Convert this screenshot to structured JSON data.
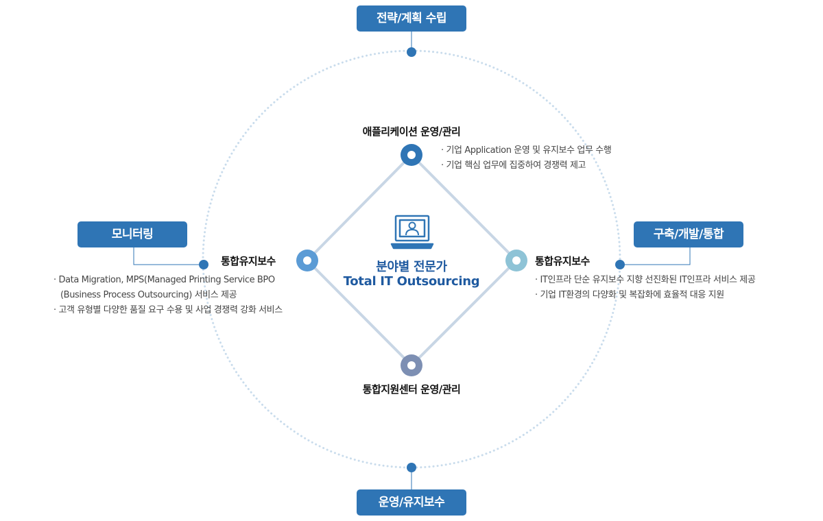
{
  "outer_labels": {
    "top": "전략/계획 수립",
    "left": "모니터링",
    "right": "구축/개발/통합",
    "bottom": "운영/유지보수"
  },
  "nodes": {
    "top": {
      "title": "애플리케이션 운영/관리",
      "desc": [
        "· 기업 Application 운영 및 유지보수 업무 수행",
        "· 기업 핵심 업무에 집중하여 경쟁력 제고"
      ]
    },
    "left": {
      "title": "통합유지보수",
      "desc": [
        "· Data Migration, MPS(Managed Printing Service BPO",
        "(Business Process Outsourcing) 서비스 제공",
        "· 고객 유형별 다양한 품질 요구 수용 및 사업 경쟁력 강화 서비스"
      ]
    },
    "right": {
      "title": "통합유지보수",
      "desc": [
        "· IT인프라 단순 유지보수 지향 선진화된 IT인프라 서비스 제공",
        "· 기업 IT환경의 다양화 및 복잡화에 효율적 대응 지원"
      ]
    },
    "bottom": {
      "title": "통합지원센터 운영/관리"
    }
  },
  "center": {
    "line1": "분야별 전문가",
    "line2": "Total IT Outsourcing",
    "icon": "monitor-person-icon"
  },
  "colors": {
    "badge": "#2f75b5",
    "dot": "#2f75b5",
    "dotted_circle": "#c9dcec",
    "diamond_line": "#c8d6e5",
    "node_top": "#2f75b5",
    "node_left": "#5b9bd5",
    "node_right": "#8ec3d6",
    "node_bottom": "#7d8fb3",
    "center_text": "#1f5aa0"
  }
}
